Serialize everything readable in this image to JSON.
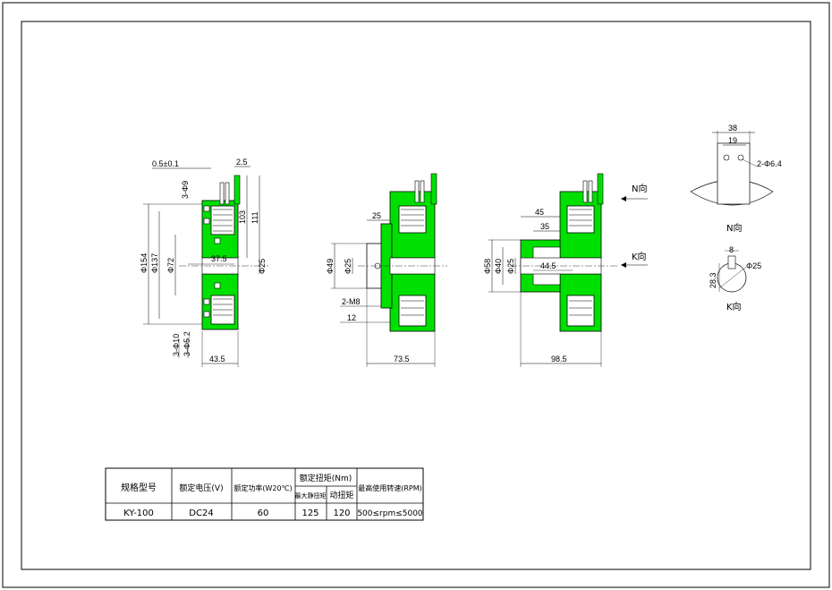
{
  "drawing1": {
    "tol": "0.5±0.1",
    "d2_5": "2.5",
    "holes_top": "3-Φ9",
    "d103": "103",
    "d111": "111",
    "d154": "Φ154",
    "d137": "Φ137",
    "d72": "Φ72",
    "d37_5": "37.5",
    "d25": "Φ25",
    "holes_b1": "3-Φ10",
    "holes_b2": "3-Φ5.2",
    "width": "43.5"
  },
  "drawing2": {
    "d25": "25",
    "d49": "Φ49",
    "d25b": "Φ25",
    "m8": "2-M8",
    "d12": "12",
    "width": "73.5"
  },
  "drawing3": {
    "d45": "45",
    "d35": "35",
    "d58": "Φ58",
    "d40": "Φ40",
    "d25": "Φ25",
    "d44_5": "44.5",
    "width": "98.5",
    "arrow_n": "N向",
    "arrow_k": "K向"
  },
  "view_n": {
    "d38": "38",
    "d19": "19",
    "holes": "2-Φ6.4",
    "title": "N向"
  },
  "view_k": {
    "d8": "8",
    "d28_3": "28.3",
    "d25": "Φ25",
    "title": "K向"
  },
  "spec_table": {
    "headers": [
      "规格型号",
      "额定电压(V)",
      "额定功率(W20℃)",
      "额定扭矩(Nm)",
      "最高使用转速(RPM)"
    ],
    "torque_sub": [
      "最大静扭矩",
      "动扭矩"
    ],
    "row": [
      "KY-100",
      "DC24",
      "60",
      "125",
      "120",
      "500≤rpm≤5000"
    ]
  },
  "colors": {
    "body_green": "#00e000",
    "line": "#000000"
  }
}
